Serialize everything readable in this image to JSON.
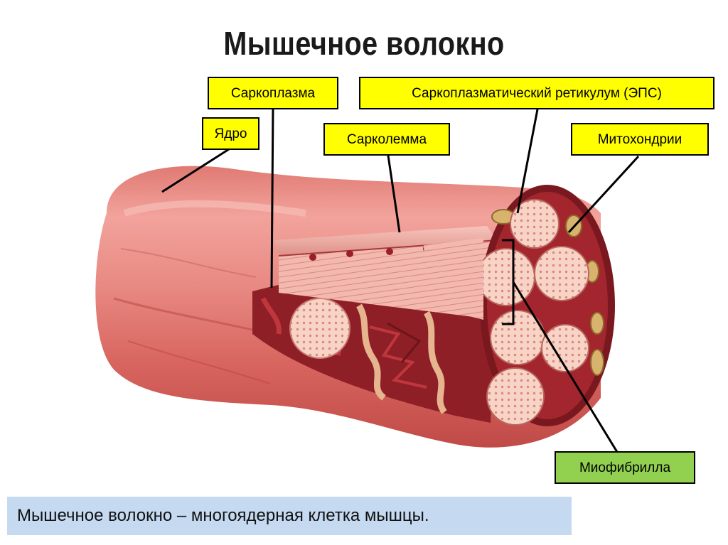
{
  "title": "Мышечное волокно",
  "labels": {
    "sarcoplasm": "Саркоплазма",
    "reticulum": "Саркоплазматический ретикулум (ЭПС)",
    "nucleus": "Ядро",
    "sarcolemma": "Сарколемма",
    "mitochondria": "Митохондрии",
    "myofibril": "Миофибрилла"
  },
  "caption": "Мышечное волокно – многоядерная клетка мышцы.",
  "colors": {
    "callout_yellow": "#ffff00",
    "callout_green": "#92d050",
    "caption_bg": "#c5d9f1"
  }
}
